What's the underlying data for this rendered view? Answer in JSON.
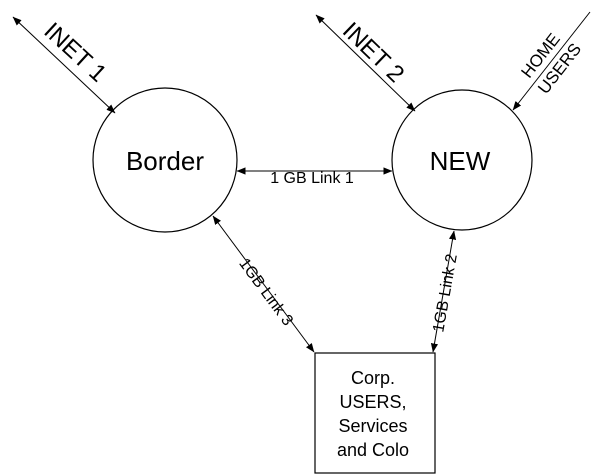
{
  "diagram": {
    "nodes": {
      "border": {
        "label": "Border"
      },
      "new": {
        "label": "NEW"
      },
      "corp": {
        "lines": [
          "Corp.",
          "USERS,",
          "Services",
          "and Colo"
        ]
      }
    },
    "external": {
      "inet1": {
        "label": "INET 1"
      },
      "inet2": {
        "label": "INET 2"
      },
      "home": {
        "lines": [
          "HOME",
          "USERS"
        ]
      }
    },
    "links": {
      "link1": {
        "label": "1 GB Link 1"
      },
      "link2": {
        "label": "1GB Link 2"
      },
      "link3": {
        "label": "1GB Link 3"
      }
    },
    "colors": {
      "stroke": "#000000",
      "background": "#ffffff"
    }
  }
}
